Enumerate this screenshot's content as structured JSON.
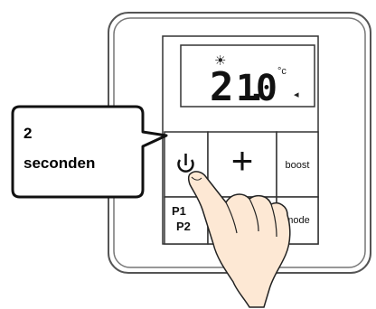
{
  "callout": {
    "line1": "2",
    "line2": "seconden"
  },
  "display": {
    "temperature_main": "2",
    "temperature_decimal": "1.0",
    "unit": "°c",
    "sun_symbol": "☀",
    "arrow": "◂"
  },
  "buttons": {
    "power": "power-symbol",
    "plus": "+",
    "boost": "boost",
    "p1": "P1",
    "p2": "P2",
    "mode": "mode"
  },
  "colors": {
    "background": "#ffffff",
    "outline": "#222222",
    "frame": "#5a5a5a",
    "hand_fill": "#fbe7d3"
  }
}
